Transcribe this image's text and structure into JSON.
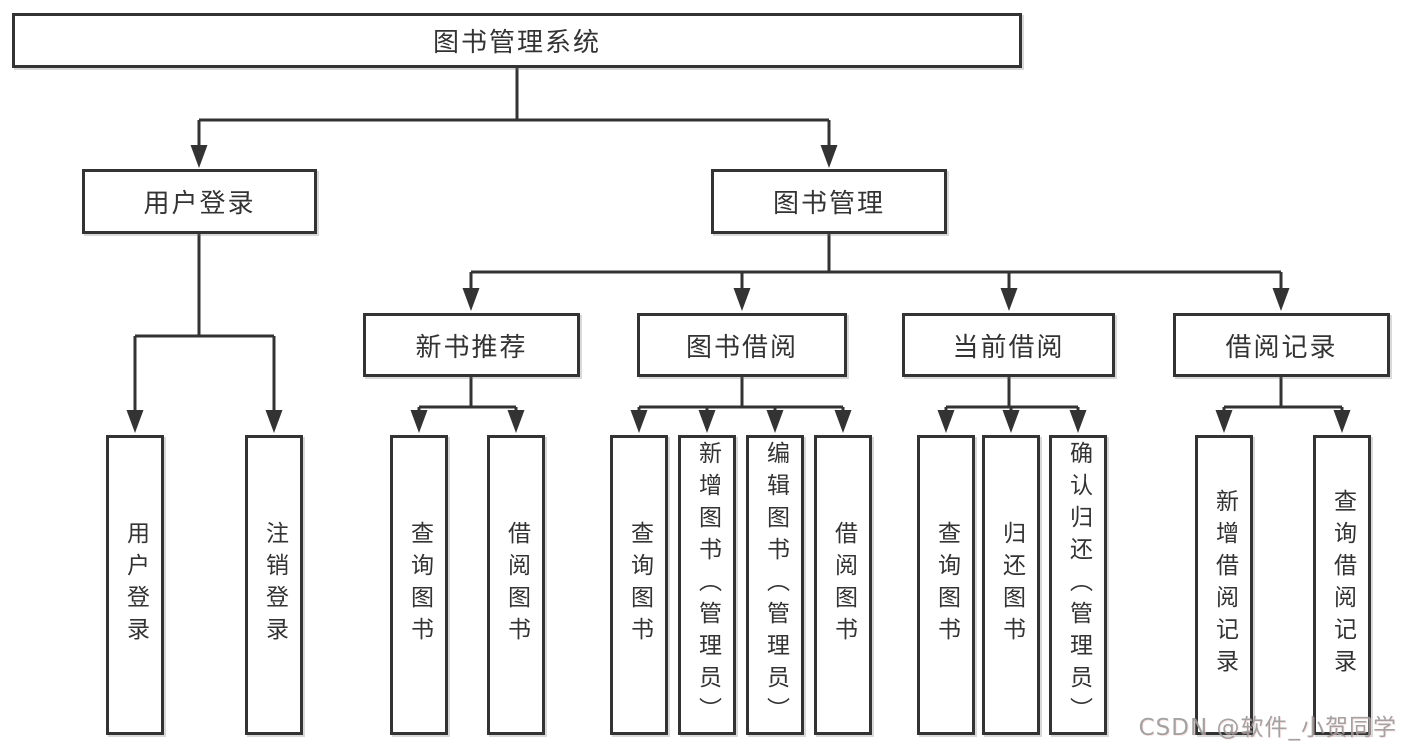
{
  "diagram": {
    "root": {
      "label": "图书管理系统",
      "children": [
        {
          "label": "用户登录",
          "children": [
            {
              "label": "用户登录"
            },
            {
              "label": "注销登录"
            }
          ]
        },
        {
          "label": "图书管理",
          "children": [
            {
              "label": "新书推荐",
              "children": [
                {
                  "label": "查询图书"
                },
                {
                  "label": "借阅图书"
                }
              ]
            },
            {
              "label": "图书借阅",
              "children": [
                {
                  "label": "查询图书"
                },
                {
                  "label": "新增图书（管理员）"
                },
                {
                  "label": "编辑图书（管理员）"
                },
                {
                  "label": "借阅图书"
                }
              ]
            },
            {
              "label": "当前借阅",
              "children": [
                {
                  "label": "查询图书"
                },
                {
                  "label": "归还图书"
                },
                {
                  "label": "确认归还（管理员）"
                }
              ]
            },
            {
              "label": "借阅记录",
              "children": [
                {
                  "label": "新增借阅记录"
                },
                {
                  "label": "查询借阅记录"
                }
              ]
            }
          ]
        }
      ]
    }
  },
  "watermark": {
    "text": "CSDN @软件_小贺同学"
  },
  "colors": {
    "line": "#333333",
    "box_border": "#333333",
    "text": "#333333",
    "background": "#ffffff",
    "watermark": "#9b9b9b"
  }
}
